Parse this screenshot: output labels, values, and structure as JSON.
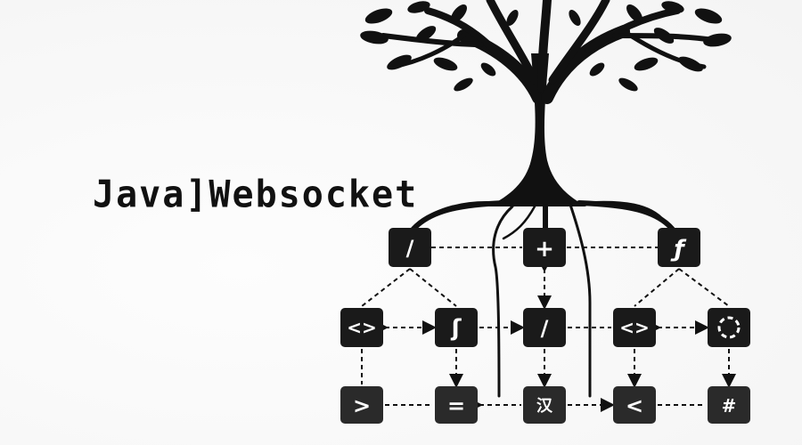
{
  "title": "Java]Websocket",
  "colors": {
    "ink": "#111111",
    "node_fill": "#1a1a1a",
    "node_text": "#ffffff",
    "background": "#ffffff"
  },
  "nodes": {
    "top_left": {
      "symbol": "/",
      "icon": "slash-icon"
    },
    "top_mid": {
      "symbol": "+",
      "icon": "plus-icon"
    },
    "top_right": {
      "symbol": "ƒ",
      "icon": "function-icon"
    },
    "mid_1": {
      "symbol": "<>",
      "icon": "code-icon"
    },
    "mid_2": {
      "symbol": "ʃ",
      "icon": "integral-icon"
    },
    "mid_3": {
      "symbol": "/",
      "icon": "slash-icon"
    },
    "mid_4": {
      "symbol": "<>",
      "icon": "code-icon"
    },
    "mid_5": {
      "symbol": "",
      "icon": "refresh-icon"
    },
    "bot_1": {
      "symbol": ">",
      "icon": "greater-than-icon"
    },
    "bot_2": {
      "symbol": "=",
      "icon": "equals-icon"
    },
    "bot_3": {
      "symbol": "汉",
      "icon": "glyph-icon"
    },
    "bot_4": {
      "symbol": "<",
      "icon": "less-than-icon"
    },
    "bot_5": {
      "symbol": "#",
      "icon": "hash-icon"
    }
  }
}
